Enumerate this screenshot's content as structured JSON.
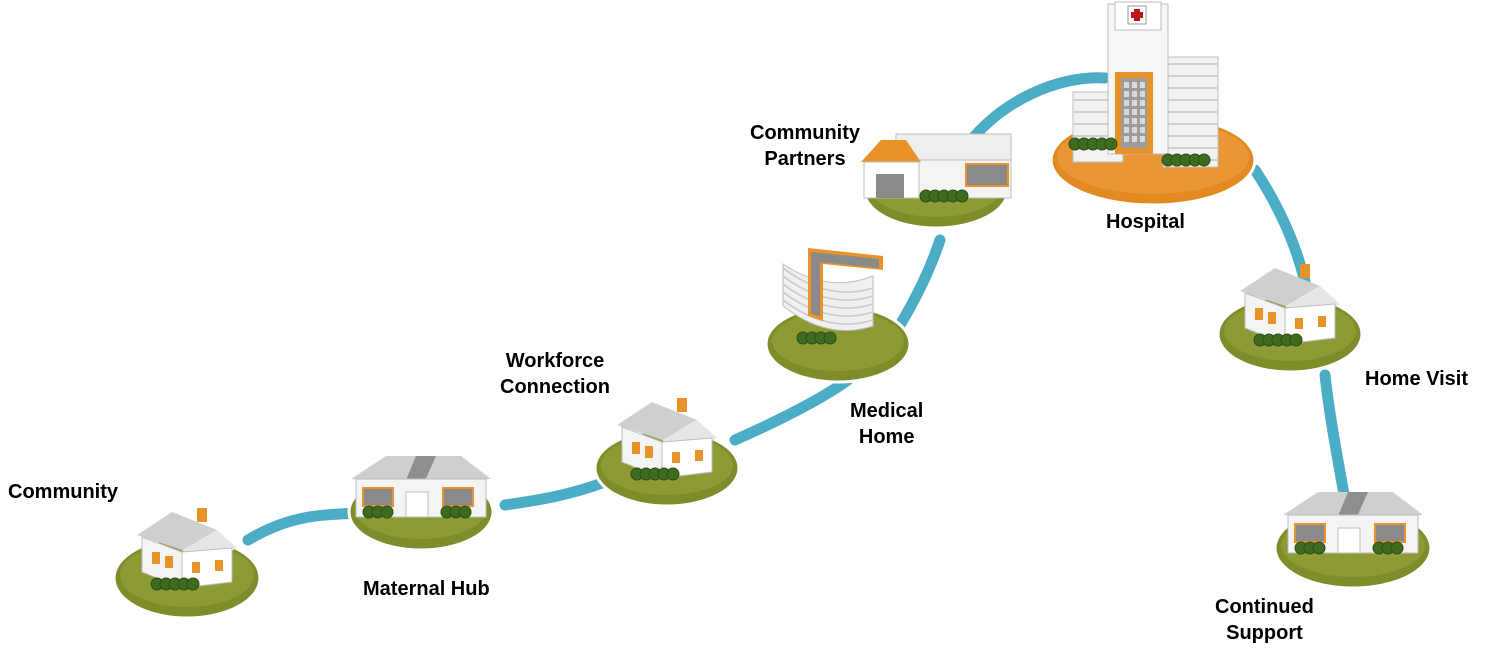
{
  "colors": {
    "path": "#4BACC6",
    "grass": "#7E8C2A",
    "grass_light": "#9AA83C",
    "hospital_base": "#E28A20",
    "accent": "#E8922A",
    "wall": "#F4F4F4",
    "roof": "#CFCFCF"
  },
  "stops": [
    {
      "id": "community",
      "kind": "house",
      "label_lines": [
        "Community"
      ]
    },
    {
      "id": "maternal-hub",
      "kind": "ranch",
      "label_lines": [
        "Maternal Hub"
      ]
    },
    {
      "id": "workforce-connection",
      "kind": "house",
      "label_lines": [
        "Workforce",
        "Connection"
      ]
    },
    {
      "id": "medical-home",
      "kind": "clinic",
      "label_lines": [
        "Medical",
        "Home"
      ]
    },
    {
      "id": "community-partners",
      "kind": "office",
      "label_lines": [
        "Community",
        "Partners"
      ]
    },
    {
      "id": "hospital",
      "kind": "hospital",
      "label_lines": [
        "Hospital"
      ]
    },
    {
      "id": "home-visit",
      "kind": "house",
      "label_lines": [
        "Home Visit"
      ]
    },
    {
      "id": "continued-support",
      "kind": "ranch",
      "label_lines": [
        "Continued",
        "Support"
      ]
    }
  ]
}
